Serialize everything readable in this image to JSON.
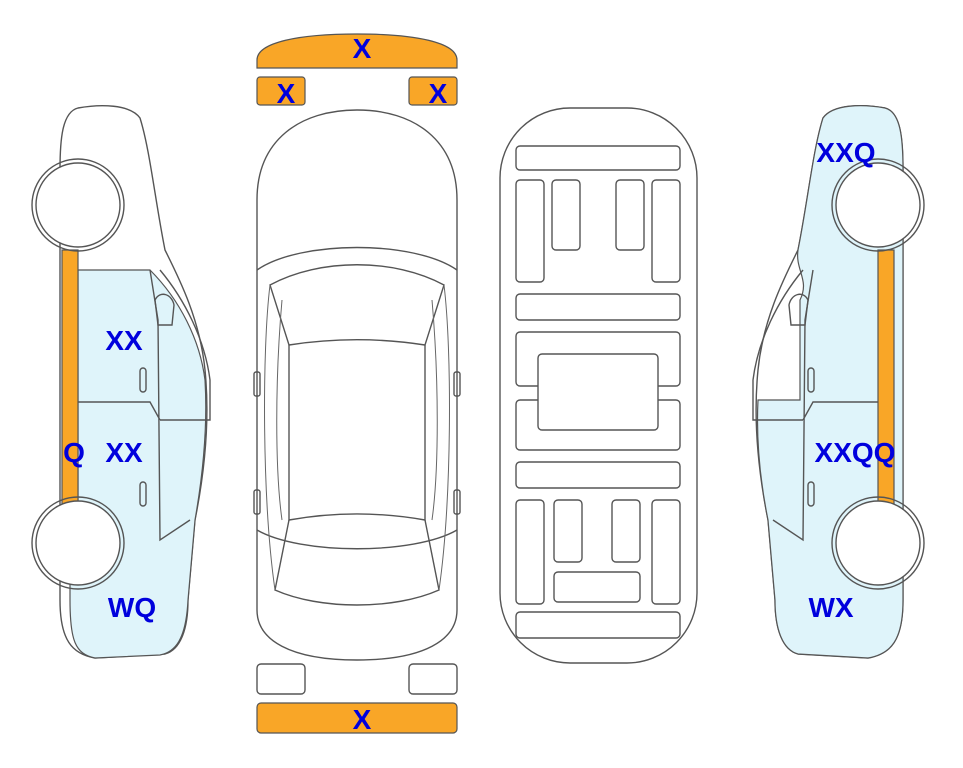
{
  "colors": {
    "damage_orange": "#F9A627",
    "damage_blue": "#DFF4FA",
    "label_blue": "#0000DD",
    "outline": "#555555"
  },
  "labels": {
    "front_bumper": "X",
    "front_left_light": "X",
    "front_right_light": "X",
    "rear_bumper": "X",
    "left_front_door": "XX",
    "left_rear_door": "XX",
    "left_rocker": "Q",
    "left_rear_quarter": "WQ",
    "right_front_fender": "XXQ",
    "right_rear_door": "XXQQ",
    "right_rear_quarter": "WX"
  }
}
